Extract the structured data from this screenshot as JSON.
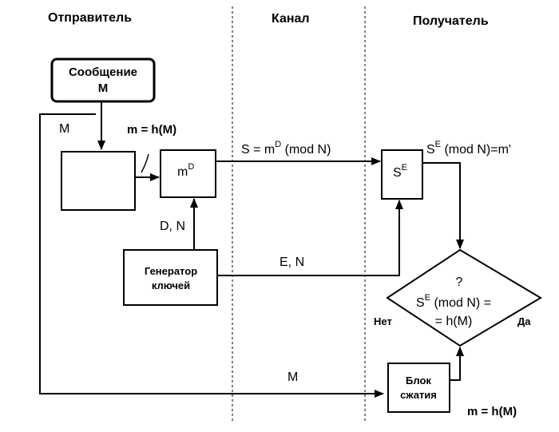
{
  "columns": {
    "sender": "Отправитель",
    "channel": "Канал",
    "receiver": "Получатель"
  },
  "sender": {
    "message_line1": "Сообщение",
    "message_line2": "M",
    "m_label": "M",
    "hash_eq": "m = h(M)",
    "sign_box": {
      "base": "m",
      "exp": "D"
    },
    "keys_label": "D, N",
    "keygen_line1": "Генератор",
    "keygen_line2": "ключей"
  },
  "channel": {
    "signature": {
      "prefix": "S = m",
      "exp": "D",
      "suffix": " (mod N)"
    },
    "public_key": "E, N",
    "message": "M"
  },
  "receiver": {
    "verify_box": {
      "base": "S",
      "exp": "E"
    },
    "verify_result": {
      "base": "S",
      "exp": "E",
      "suffix": " (mod N)=m'"
    },
    "decision": {
      "question": "?",
      "line1_base": "S",
      "line1_exp": "E",
      "line1_suffix": " (mod N) =",
      "line2": "= h(M)"
    },
    "no_label": "Нет",
    "yes_label": "Да",
    "hash_block_line1": "Блок",
    "hash_block_line2": "сжатия",
    "hash_eq": "m = h(M)"
  },
  "colors": {
    "ink": "#000000",
    "background": "#ffffff"
  }
}
